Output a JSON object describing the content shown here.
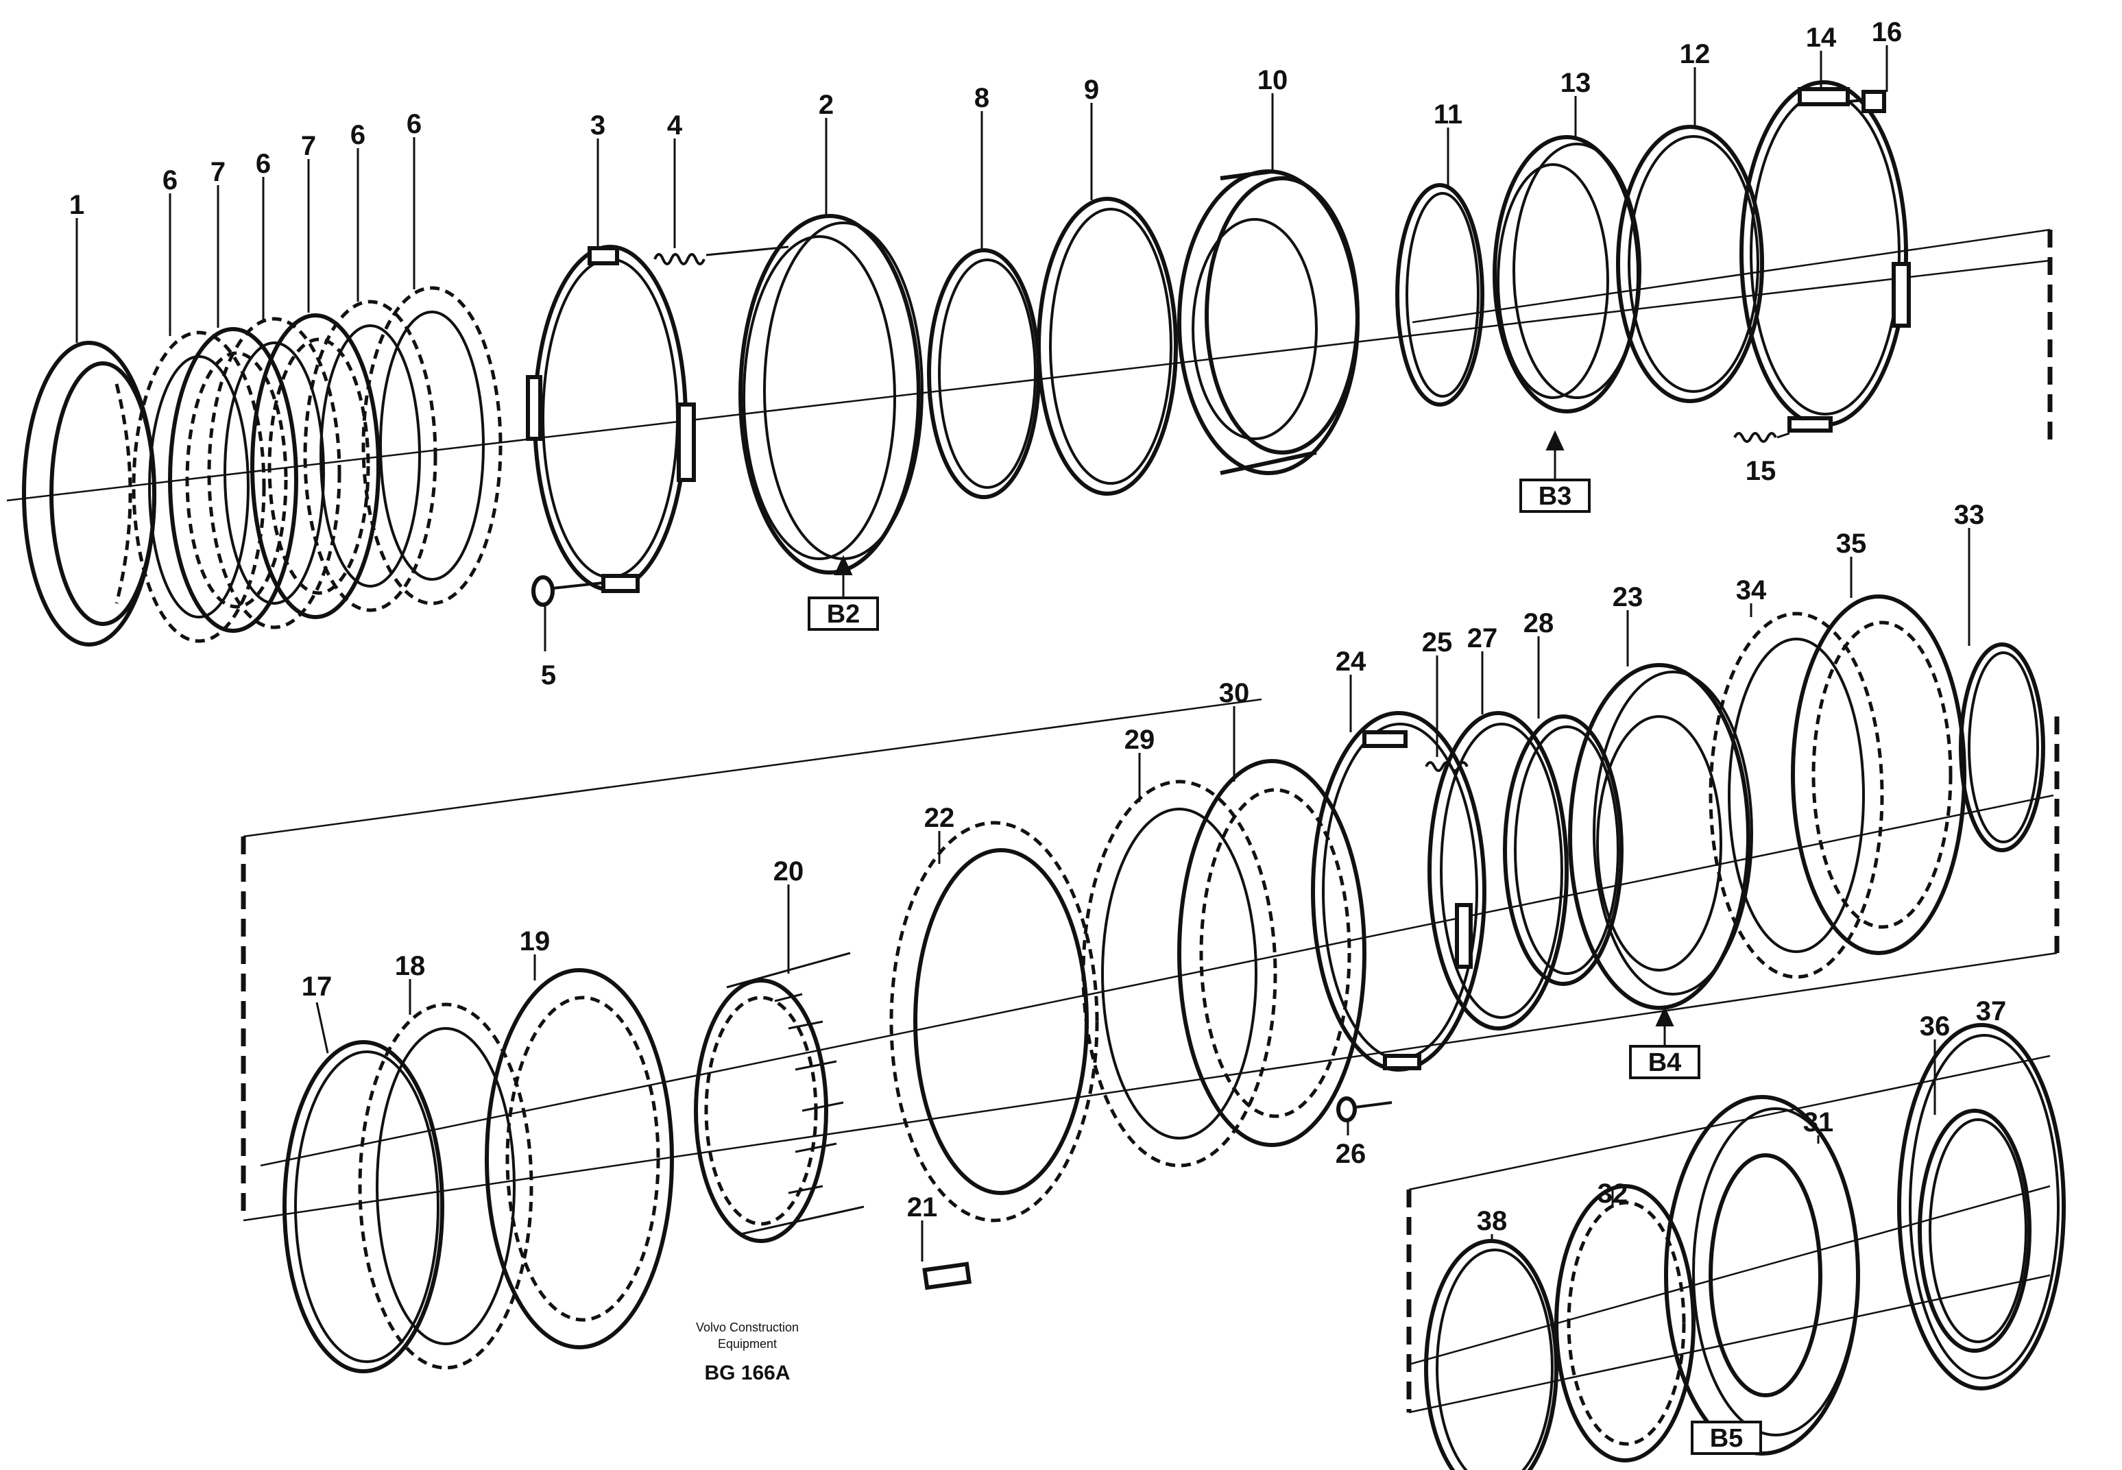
{
  "diagram": {
    "part_numbers": [
      "1",
      "2",
      "3",
      "4",
      "5",
      "6",
      "7",
      "8",
      "9",
      "10",
      "11",
      "12",
      "13",
      "14",
      "15",
      "16",
      "17",
      "18",
      "19",
      "20",
      "21",
      "22",
      "23",
      "24",
      "25",
      "26",
      "27",
      "28",
      "29",
      "30",
      "31",
      "32",
      "33",
      "34",
      "35",
      "36",
      "37",
      "38"
    ],
    "repeated_labels": {
      "part_6": "6",
      "part_7": "7"
    },
    "reference_views": [
      "B2",
      "B3",
      "B4",
      "B5"
    ],
    "caption": {
      "line1": "Volvo Construction",
      "line2": "Equipment",
      "code": "BG 166A"
    }
  }
}
